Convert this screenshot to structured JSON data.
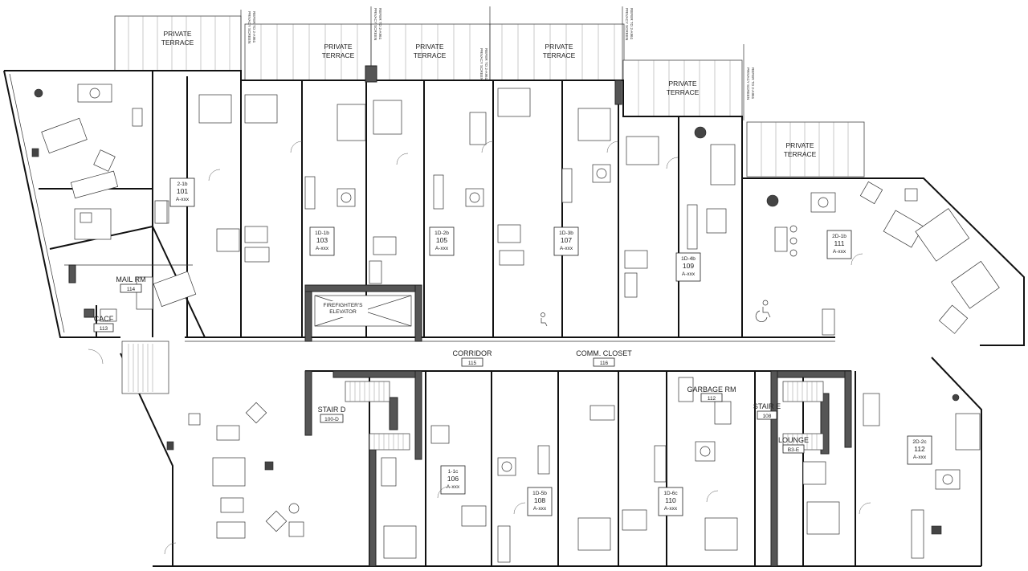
{
  "terraces": {
    "label_line1": "PRIVATE",
    "label_line2": "TERRACE"
  },
  "privacy_screen": {
    "line1": "PRIVACY SCREEN",
    "line2": "REFER TO 2-A961"
  },
  "units": [
    {
      "type": "2-1b",
      "number": "101",
      "ref": "A-xxx"
    },
    {
      "type": "1D-1b",
      "number": "103",
      "ref": "A-xxx"
    },
    {
      "type": "1D-2b",
      "number": "105",
      "ref": "A-xxx"
    },
    {
      "type": "1D-3b",
      "number": "107",
      "ref": "A-xxx"
    },
    {
      "type": "1D-4b",
      "number": "109",
      "ref": "A-xxx"
    },
    {
      "type": "2D-1b",
      "number": "111",
      "ref": "A-xxx"
    },
    {
      "type": "1-1c",
      "number": "106",
      "ref": "A-xxx"
    },
    {
      "type": "1D-5b",
      "number": "108",
      "ref": "A-xxx"
    },
    {
      "type": "1D-6c",
      "number": "110",
      "ref": "A-xxx"
    },
    {
      "type": "2D-2c",
      "number": "112",
      "ref": "A-xxx"
    }
  ],
  "rooms": {
    "mail": {
      "name": "MAIL RM",
      "number": "114"
    },
    "cacf": {
      "name": "CACF",
      "number": "113"
    },
    "corridor": {
      "name": "CORRIDOR",
      "number": "115"
    },
    "comm": {
      "name": "COMM. CLOSET",
      "number": "116"
    },
    "stair_d": {
      "name": "STAIR D",
      "number": "100-D"
    },
    "stair_e": {
      "name": "STAIR E",
      "number": "108"
    },
    "garbage": {
      "name": "GARBAGE RM",
      "number": "112"
    },
    "lounge": {
      "name": "LOUNGE",
      "number": "B3-E"
    },
    "elevator": {
      "line1": "FIREFIGHTER'S",
      "line2": "ELEVATOR"
    }
  }
}
